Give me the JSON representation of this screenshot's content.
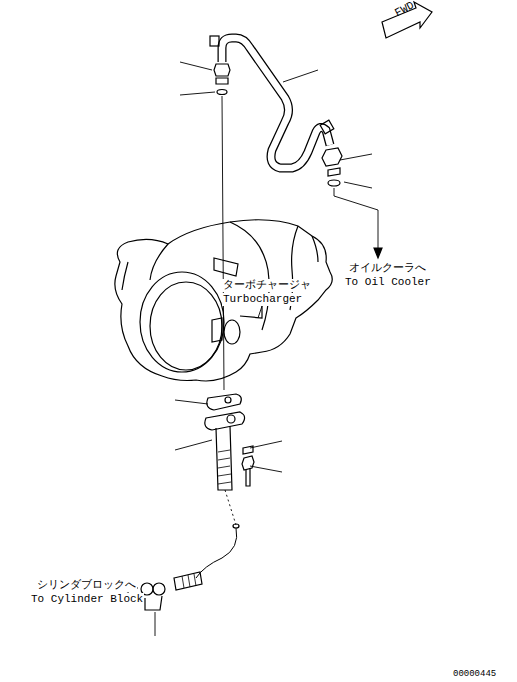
{
  "diagram": {
    "labels": [
      "FWD",
      "ターボチャージャ",
      "Turbocharger",
      "オイルクーラへ",
      "To Oil Cooler",
      "シリンダブロックへ",
      "To Cylinder Block",
      "00000445"
    ]
  }
}
